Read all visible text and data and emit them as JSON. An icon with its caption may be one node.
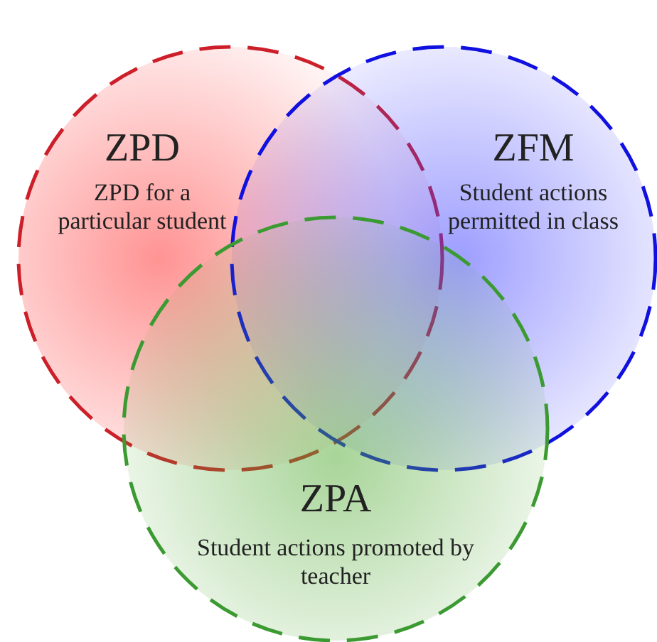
{
  "diagram": {
    "nodes": [
      {
        "text": [
          "ZPD",
          "ZPD for a particular student"
        ]
      },
      {
        "text": [
          "ZFM",
          "Student actions permitted in class"
        ]
      },
      {
        "text": [
          "ZPA",
          "Student actions promoted by teacher"
        ]
      }
    ]
  }
}
